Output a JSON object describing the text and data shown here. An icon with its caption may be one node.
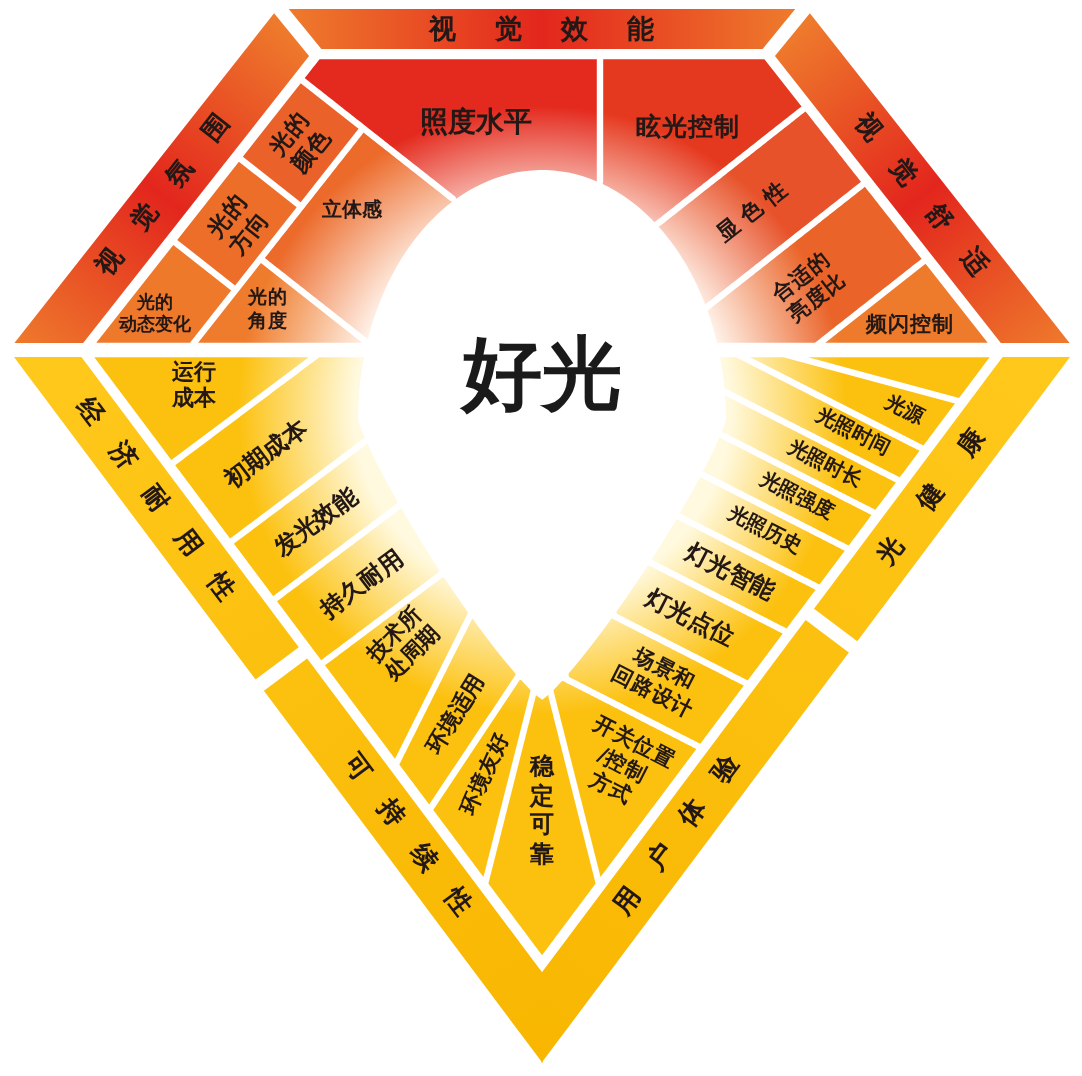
{
  "diagram": {
    "nodes": [
      {
        "text": [
          "视觉效能"
        ]
      },
      {
        "text": [
          "视觉氛围"
        ]
      },
      {
        "text": [
          "视觉舒适"
        ]
      },
      {
        "text": [
          "照度水平"
        ]
      },
      {
        "text": [
          "眩光控制"
        ]
      },
      {
        "text": [
          "光的颜色"
        ]
      },
      {
        "text": [
          "光的方向"
        ]
      },
      {
        "text": [
          "立体感"
        ]
      },
      {
        "text": [
          "显色性"
        ]
      },
      {
        "text": [
          "合适的亮度比"
        ]
      },
      {
        "text": [
          "光的角度"
        ]
      },
      {
        "text": [
          "光的动态变化"
        ]
      },
      {
        "text": [
          "频闪控制"
        ]
      },
      {
        "text": [
          "经济耐用性"
        ]
      },
      {
        "text": [
          "运行成本"
        ]
      },
      {
        "text": [],
        "shape": "triangle"
      },
      {
        "text": [
          "光健康"
        ]
      },
      {
        "text": [
          "光源"
        ]
      },
      {
        "text": [
          "光照时间"
        ]
      },
      {
        "text": [
          "初期成本"
        ]
      },
      {
        "text": [
          "光照时长"
        ]
      },
      {
        "text": [
          "光照强度"
        ]
      },
      {
        "text": [
          "发光效能"
        ]
      },
      {
        "text": [
          "光照历史"
        ]
      },
      {
        "text": [
          "灯光智能"
        ]
      },
      {
        "text": [
          "持久耐用"
        ]
      },
      {
        "text": [
          "灯光点位"
        ]
      },
      {
        "text": [
          "技术所处周期"
        ]
      },
      {
        "text": [
          "场景和回路设计"
        ]
      },
      {
        "text": [
          "环境适用"
        ]
      },
      {
        "text": [
          "可持续性"
        ]
      },
      {
        "text": [
          "用户体验"
        ]
      },
      {
        "text": [
          "环境友好"
        ]
      },
      {
        "text": [
          "开关位置/控制方式"
        ]
      },
      {
        "text": [
          "稳定可靠"
        ]
      }
    ],
    "labels": [
      "好光"
    ]
  }
}
